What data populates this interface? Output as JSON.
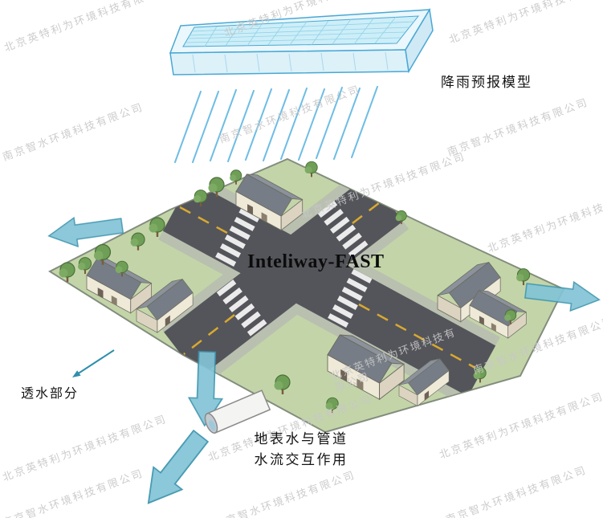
{
  "labels": {
    "rain_model": "降雨预报模型",
    "center_brand": "Inteliway-FAST",
    "permeable": "透水部分",
    "interaction_line1": "地表水与管道",
    "interaction_line2": "水流交互作用"
  },
  "watermarks": {
    "beijing": "北京英特利为环境科技有限公司",
    "nanjing": "南京智水环境科技有限公司",
    "beijing_wrap_line1": "北京英特利为环境科技有",
    "beijing_wrap_line2": "限公司"
  },
  "colors": {
    "arrow_fill": "#82c4d6",
    "arrow_stroke": "#3a93ad",
    "water_fill": "#cdeef8",
    "rain_stroke": "#5fb6e2",
    "road_fill": "#54555a",
    "sidewalk_fill": "#b9c0b0",
    "lawn_fill": "#c3d5a8"
  }
}
